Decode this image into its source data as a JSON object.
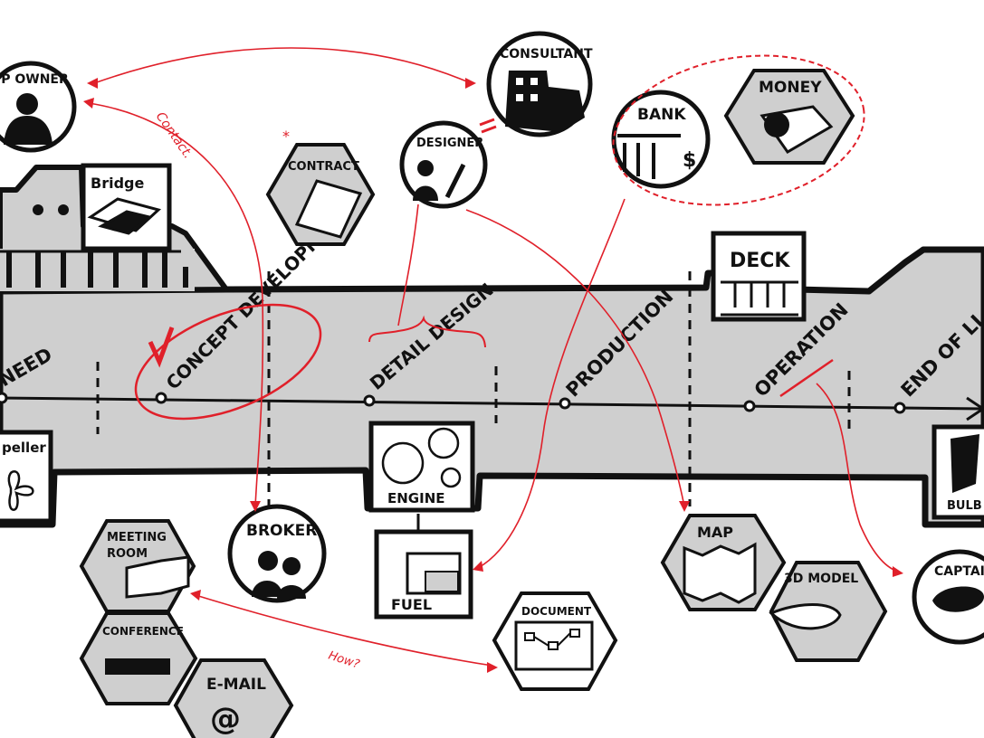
{
  "colors": {
    "ink": "#111111",
    "fill": "#cfcfcf",
    "accent": "#e0202a",
    "paper": "#ffffff"
  },
  "stages": [
    "NEED",
    "CONCEPT DEVELOPMENT",
    "DETAIL DESIGN",
    "PRODUCTION",
    "OPERATION",
    "END OF LI"
  ],
  "ship_parts": {
    "bridge": "Bridge",
    "deck": "DECK",
    "engine": "ENGINE",
    "propeller": "peller",
    "bulb": "BULB"
  },
  "stakeholders": {
    "ship_owner": "IP OWNER",
    "consultant": "CONSULTANT",
    "designer": "DESIGNER",
    "bank": "BANK",
    "money": "MONEY",
    "contract": "CONTRACT",
    "broker": "BROKER",
    "captain": "CAPTAI"
  },
  "artifacts": {
    "meeting_room": [
      "MEETING",
      "ROOM"
    ],
    "conference": "CONFERENCE",
    "email": "E-MAIL",
    "email_symbol": "@",
    "fuel": "FUEL",
    "document": "DOCUMENT",
    "map": "MAP",
    "model_3d": "3D MODEL",
    "dollar": "$"
  },
  "annotations": {
    "contact": "Contact.",
    "how": "How?"
  }
}
